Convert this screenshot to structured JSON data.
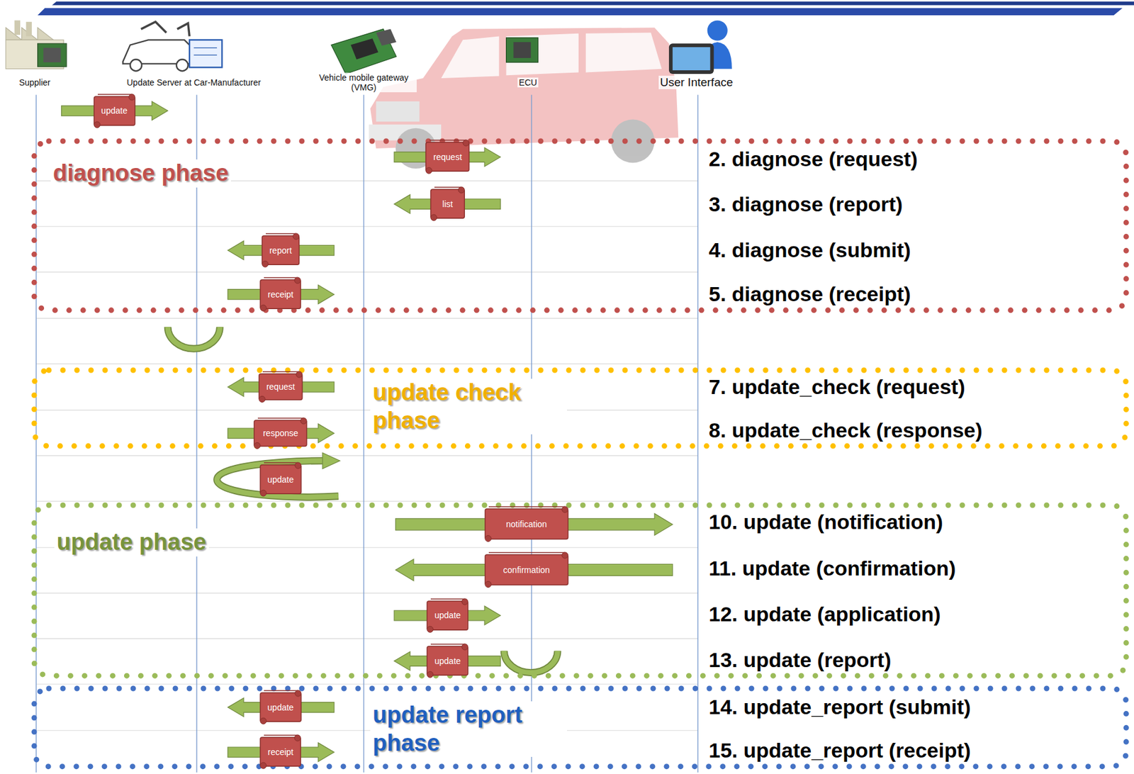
{
  "diagram": {
    "nodes": [
      {
        "text": [
          "update"
        ]
      },
      {
        "text": [
          "diagnose phase",
          "2. diagnose (request)",
          "3. diagnose (report)",
          "4. diagnose (submit)",
          "5. diagnose (receipt)"
        ]
      },
      {
        "text": [
          "request"
        ],
        "in": 1
      },
      {
        "text": [
          "list"
        ],
        "in": 1
      },
      {
        "text": [
          "report"
        ],
        "in": 1
      },
      {
        "text": [
          "receipt"
        ],
        "in": 1
      },
      {
        "text": [
          "update check phase",
          "7. update_check (request)",
          "8. update_check (response)"
        ]
      },
      {
        "text": [
          "request"
        ],
        "in": 6
      },
      {
        "text": [
          "response"
        ],
        "in": 6
      },
      {
        "text": [
          "update"
        ]
      },
      {
        "text": [
          "update phase",
          "10. update (notification)",
          "11. update (confirmation)",
          "12. update (application)",
          "13. update (report)"
        ]
      },
      {
        "text": [
          "notification"
        ],
        "in": 10
      },
      {
        "text": [
          "confirmation"
        ],
        "in": 10
      },
      {
        "text": [
          "update"
        ],
        "in": 10
      },
      {
        "text": [
          "update"
        ],
        "in": 10
      },
      {
        "text": [
          "update report phase",
          "14. update_report (submit)",
          "15. update_report (receipt)"
        ]
      },
      {
        "text": [
          "update"
        ],
        "in": 15
      },
      {
        "text": [
          "receipt"
        ],
        "in": 15
      }
    ],
    "labels": [
      "Supplier",
      "Update Server at Car-Manufacturer",
      "Vehicle mobile gateway (VMG)",
      "ECU",
      "User Interface"
    ]
  }
}
